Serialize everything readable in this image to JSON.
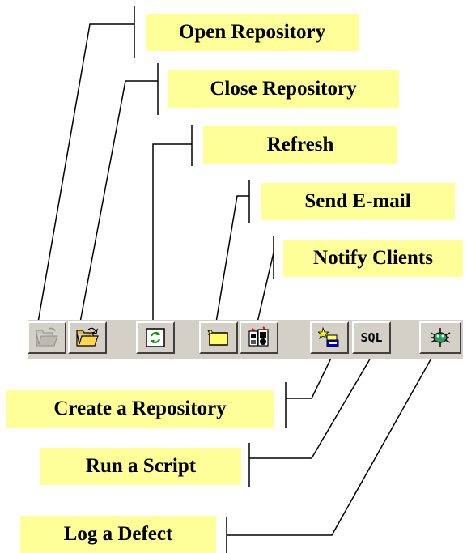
{
  "callouts": {
    "open_repository": "Open Repository",
    "close_repository": "Close Repository",
    "refresh": "Refresh",
    "send_email": "Send E-mail",
    "notify_clients": "Notify Clients",
    "create_repository": "Create a Repository",
    "run_script": "Run a Script",
    "log_defect": "Log a Defect"
  },
  "toolbar": {
    "buttons": [
      {
        "name": "open-repository",
        "icon": "open-folder-icon",
        "enabled": false
      },
      {
        "name": "close-repository",
        "icon": "open-folder-icon",
        "enabled": true
      },
      {
        "name": "refresh",
        "icon": "refresh-icon",
        "enabled": true
      },
      {
        "name": "send-email",
        "icon": "envelope-icon",
        "enabled": true
      },
      {
        "name": "notify-clients",
        "icon": "notify-clients-icon",
        "enabled": true
      },
      {
        "name": "create-repository",
        "icon": "new-repository-icon",
        "enabled": true
      },
      {
        "name": "run-script",
        "icon": "sql-icon",
        "label": "SQL",
        "enabled": true
      },
      {
        "name": "log-defect",
        "icon": "bug-icon",
        "enabled": true
      }
    ]
  },
  "colors": {
    "callout_bg": "#ffff99",
    "toolbar_bg": "#d4d0c8",
    "folder_yellow": "#ffd84a",
    "refresh_green": "#00a000",
    "bug_green": "#2aa060"
  }
}
